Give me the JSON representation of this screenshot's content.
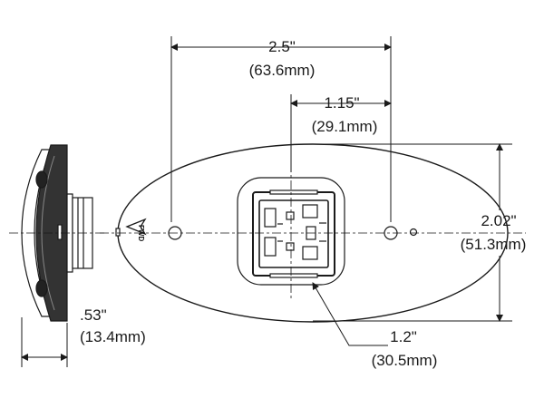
{
  "dimensions": {
    "overall_width": {
      "inches": "2.5\"",
      "mm": "(63.6mm)"
    },
    "hole_offset": {
      "inches": "1.15\"",
      "mm": "(29.1mm)"
    },
    "overall_height": {
      "inches": "2.02\"",
      "mm": "(51.3mm)"
    },
    "depth": {
      "inches": ".53\"",
      "mm": "(13.4mm)"
    },
    "connector_width": {
      "inches": "1.2\"",
      "mm": "(30.5mm)"
    }
  },
  "markings": {
    "direction": "FWD"
  },
  "colors": {
    "line": "#1a1a1a",
    "fill_dark": "#333333"
  }
}
